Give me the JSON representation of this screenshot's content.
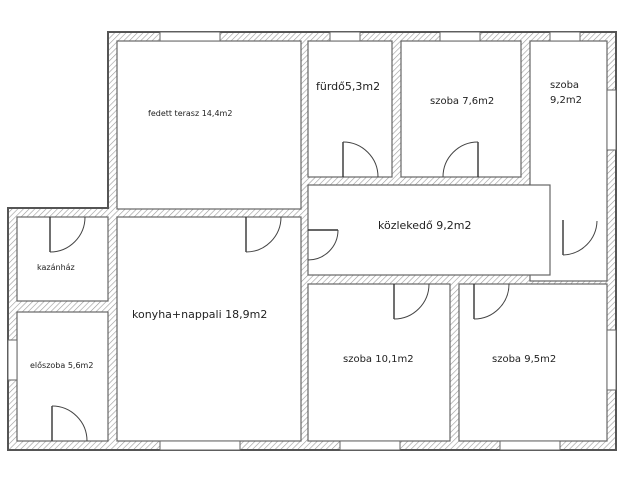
{
  "rooms": {
    "terrace": "fedett terasz 14,4m2",
    "bathroom": "fürdő5,3m2",
    "room1": "szoba 7,6m2",
    "room2_line1": "szoba",
    "room2_line2": "9,2m2",
    "boiler": "kazánház",
    "hall": "közlekedő 9,2m2",
    "living": "konyha+nappali 18,9m2",
    "entrance": "előszoba 5,6m2",
    "room3": "szoba 10,1m2",
    "room4": "szoba 9,5m2"
  },
  "colors": {
    "wall_line": "#555555",
    "hatch": "#9a9a9a",
    "background": "#ffffff"
  }
}
